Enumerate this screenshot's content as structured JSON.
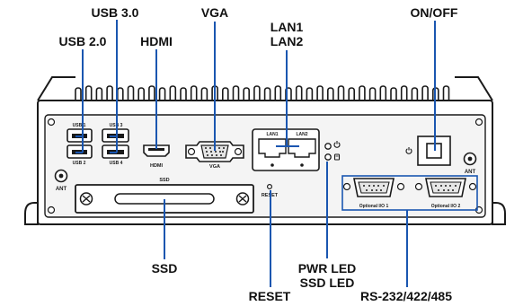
{
  "labels": {
    "usb20": "USB 2.0",
    "usb30": "USB 3.0",
    "hdmi": "HDMI",
    "vga": "VGA",
    "lan1": "LAN1",
    "lan2": "LAN2",
    "onoff": "ON/OFF",
    "ssd": "SSD",
    "reset": "RESET",
    "pwr_led": "PWR LED",
    "ssd_led": "SSD LED",
    "rs232": "RS-232/422/485"
  },
  "panel": {
    "usb_a1": "USB 1",
    "usb_a2": "USB 2",
    "usb_b1": "USB 3",
    "usb_b2": "USB 4",
    "hdmi": "HDMI",
    "vga": "VGA",
    "lan1": "LAN1",
    "lan2": "LAN2",
    "ssd": "SSD",
    "reset": "RESET",
    "ant_left": "ANT",
    "ant_right": "ANT",
    "opt1": "Optional I/O 1",
    "opt2": "Optional I/O 2"
  },
  "colors": {
    "leader": "#1a56b0",
    "chassis_fill": "#ffffff",
    "chassis_stroke": "#1a1a1a",
    "panel_fill": "#f4f4f4"
  },
  "icons": {
    "power_switch": "power-icon",
    "power_led": "power-icon",
    "ssd_led": "drive-icon"
  }
}
